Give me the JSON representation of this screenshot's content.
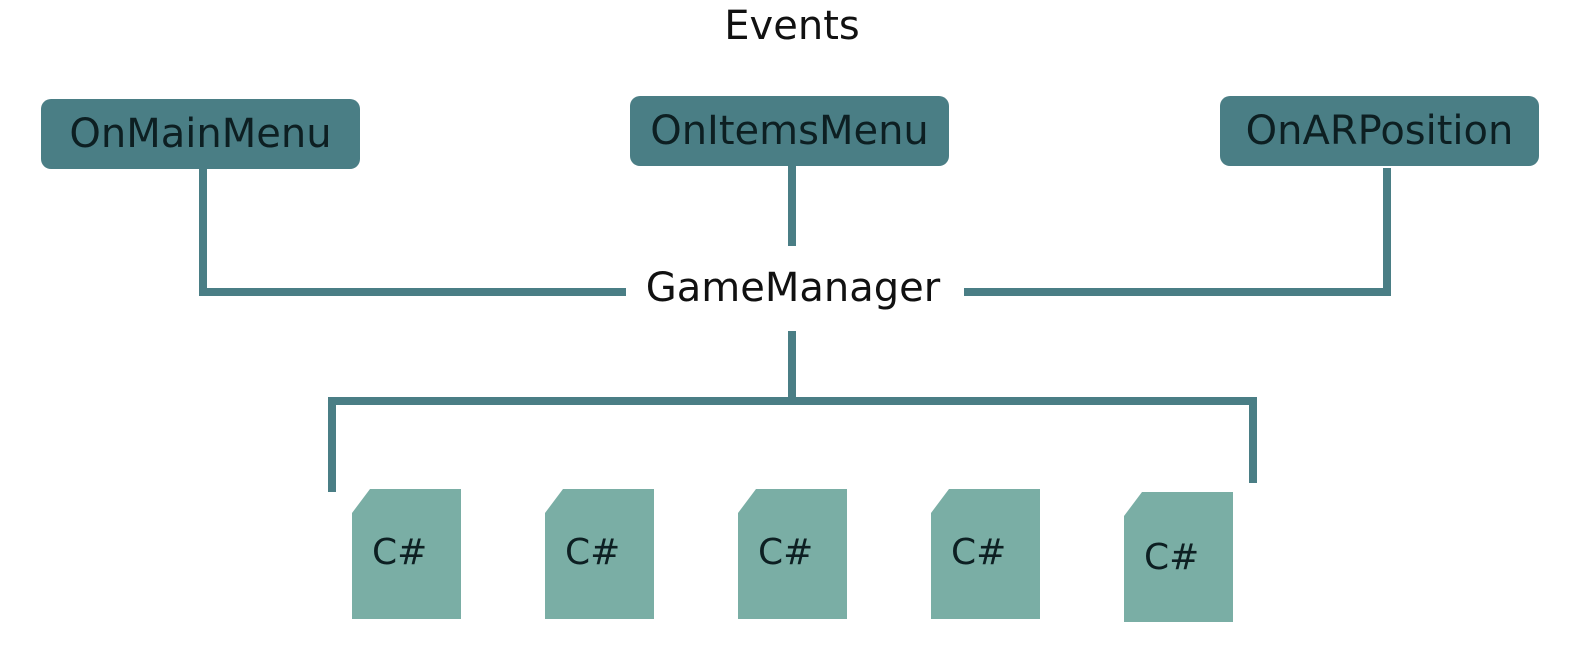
{
  "title": "Events",
  "events": [
    {
      "label": "OnMainMenu"
    },
    {
      "label": "OnItemsMenu"
    },
    {
      "label": "OnARPosition"
    }
  ],
  "hub": {
    "label": "GameManager"
  },
  "scripts": [
    {
      "label": "C#"
    },
    {
      "label": "C#"
    },
    {
      "label": "C#"
    },
    {
      "label": "C#"
    },
    {
      "label": "C#"
    }
  ],
  "colors": {
    "event_box": "#4a7e85",
    "connector": "#4a7e85",
    "script_file": "#7aaea5",
    "text": "#111111"
  }
}
